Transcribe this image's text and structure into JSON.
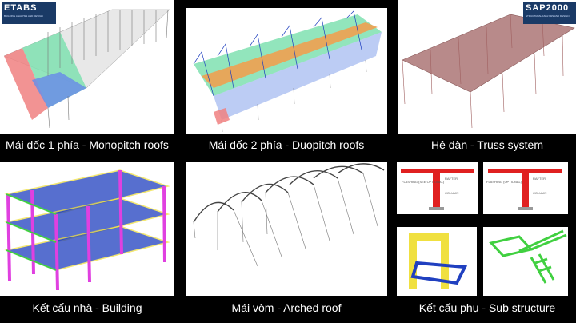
{
  "panels": [
    {
      "caption": "Mái dốc 1 phía - Monopitch roofs"
    },
    {
      "caption": "Mái dốc 2 phía - Duopitch roofs"
    },
    {
      "caption": "Hệ dàn - Truss system"
    },
    {
      "caption": "Kết cấu nhà - Building"
    },
    {
      "caption": "Mái vòm - Arched roof"
    },
    {
      "caption": "Kết cấu phụ - Sub structure"
    }
  ],
  "logos": {
    "etabs": {
      "title": "ETABS",
      "subtitle": "BUILDING ANALYSIS AND DESIGN"
    },
    "sap": {
      "title": "SAP2000",
      "subtitle": "STRUCTURAL ANALYSIS AND DESIGN"
    }
  },
  "detail_labels": {
    "a1": "FLASHING (SEE OPTIONAL)",
    "a2": "RAFTER",
    "a3": "COLUMN",
    "b1": "FLASHING (OPTIONAL)",
    "b2": "RAFTER",
    "b3": "COLUMN"
  },
  "colors": {
    "background": "#000000",
    "caption": "#ffffff",
    "red_zone": "#f08080",
    "green_zone": "#7fe0b0",
    "blue_zone": "#6a8ee6",
    "orange_beam": "#f0a050",
    "truss_roof": "#b88a8a",
    "column_magenta": "#e040e0",
    "beam_blue": "#2040c0",
    "beam_yellow": "#f0e040",
    "green_frame": "#40d040",
    "steel_red": "#e02020"
  }
}
